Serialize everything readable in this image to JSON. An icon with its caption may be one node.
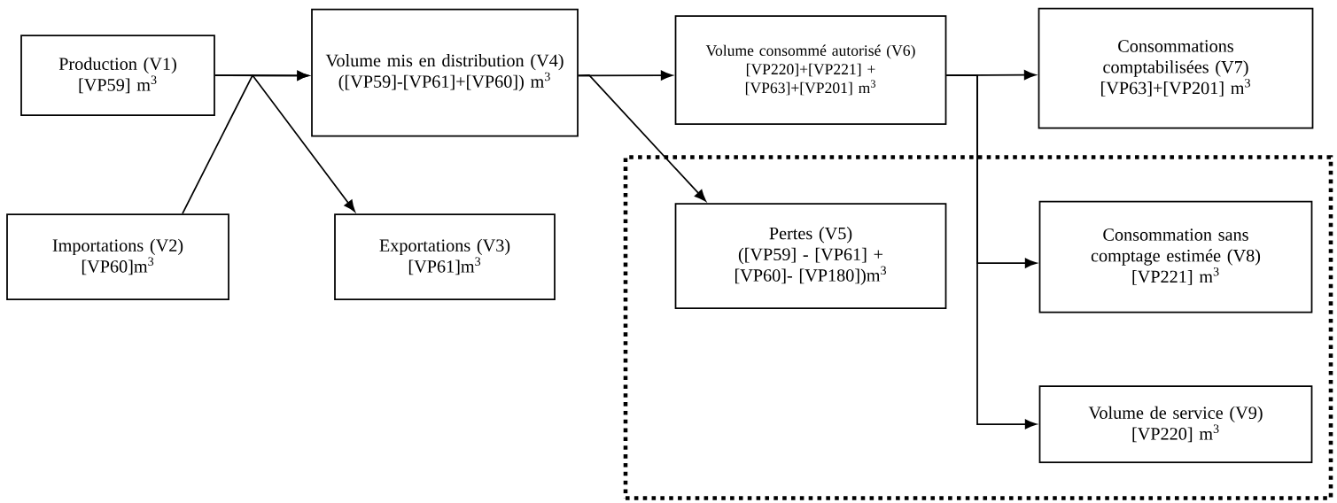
{
  "diagram": {
    "nodes": [
      {
        "text": [
          "Production (V1)",
          "[VP59] m$^{3}$"
        ]
      },
      {
        "text": [
          "Volume mis en distribution (V4)",
          "([VP59]-[VP61]+[VP60]) m$^{3}$"
        ]
      },
      {
        "text": [
          "Volume consommé autorisé (V6)",
          "[VP220]+[VP221] + [VP63]+[VP201] m$^{3}$"
        ]
      },
      {
        "text": [
          "Consommations comptabilisées (V7)",
          "[VP63]+[VP201] m$^{3}$"
        ]
      },
      {
        "text": [
          "Importations (V2)",
          "[VP60]m$^{3}$"
        ]
      },
      {
        "text": [
          "Exportations (V3)",
          "[VP61]m$^{3}$"
        ]
      },
      {
        "text": [],
        "shape": "box"
      },
      {
        "text": [
          "Pertes (V5)",
          "([VP59] - [VP61] + [VP60]- [VP180])m$^{3}$"
        ],
        "in": 6
      },
      {
        "text": [
          "Consommation sans comptage estimée (V8)",
          "[VP221] m$^{3}$"
        ],
        "in": 6
      },
      {
        "text": [
          "Volume de service (V9)",
          "[VP220] m$^{3}$"
        ],
        "in": 6
      }
    ],
    "edges": [
      {
        "from": 0,
        "to": 1,
        "arrow": "to"
      },
      {
        "from": 4,
        "to": 1,
        "arrow": "to"
      },
      {
        "from": 0,
        "to": 5,
        "arrow": "to"
      },
      {
        "from": 1,
        "to": 2,
        "arrow": "to"
      },
      {
        "from": 1,
        "to": 7,
        "arrow": "to"
      },
      {
        "from": 2,
        "to": 3,
        "arrow": "to"
      },
      {
        "from": 2,
        "to": 8,
        "arrow": "to"
      },
      {
        "from": 2,
        "to": 9,
        "arrow": "to"
      }
    ]
  }
}
